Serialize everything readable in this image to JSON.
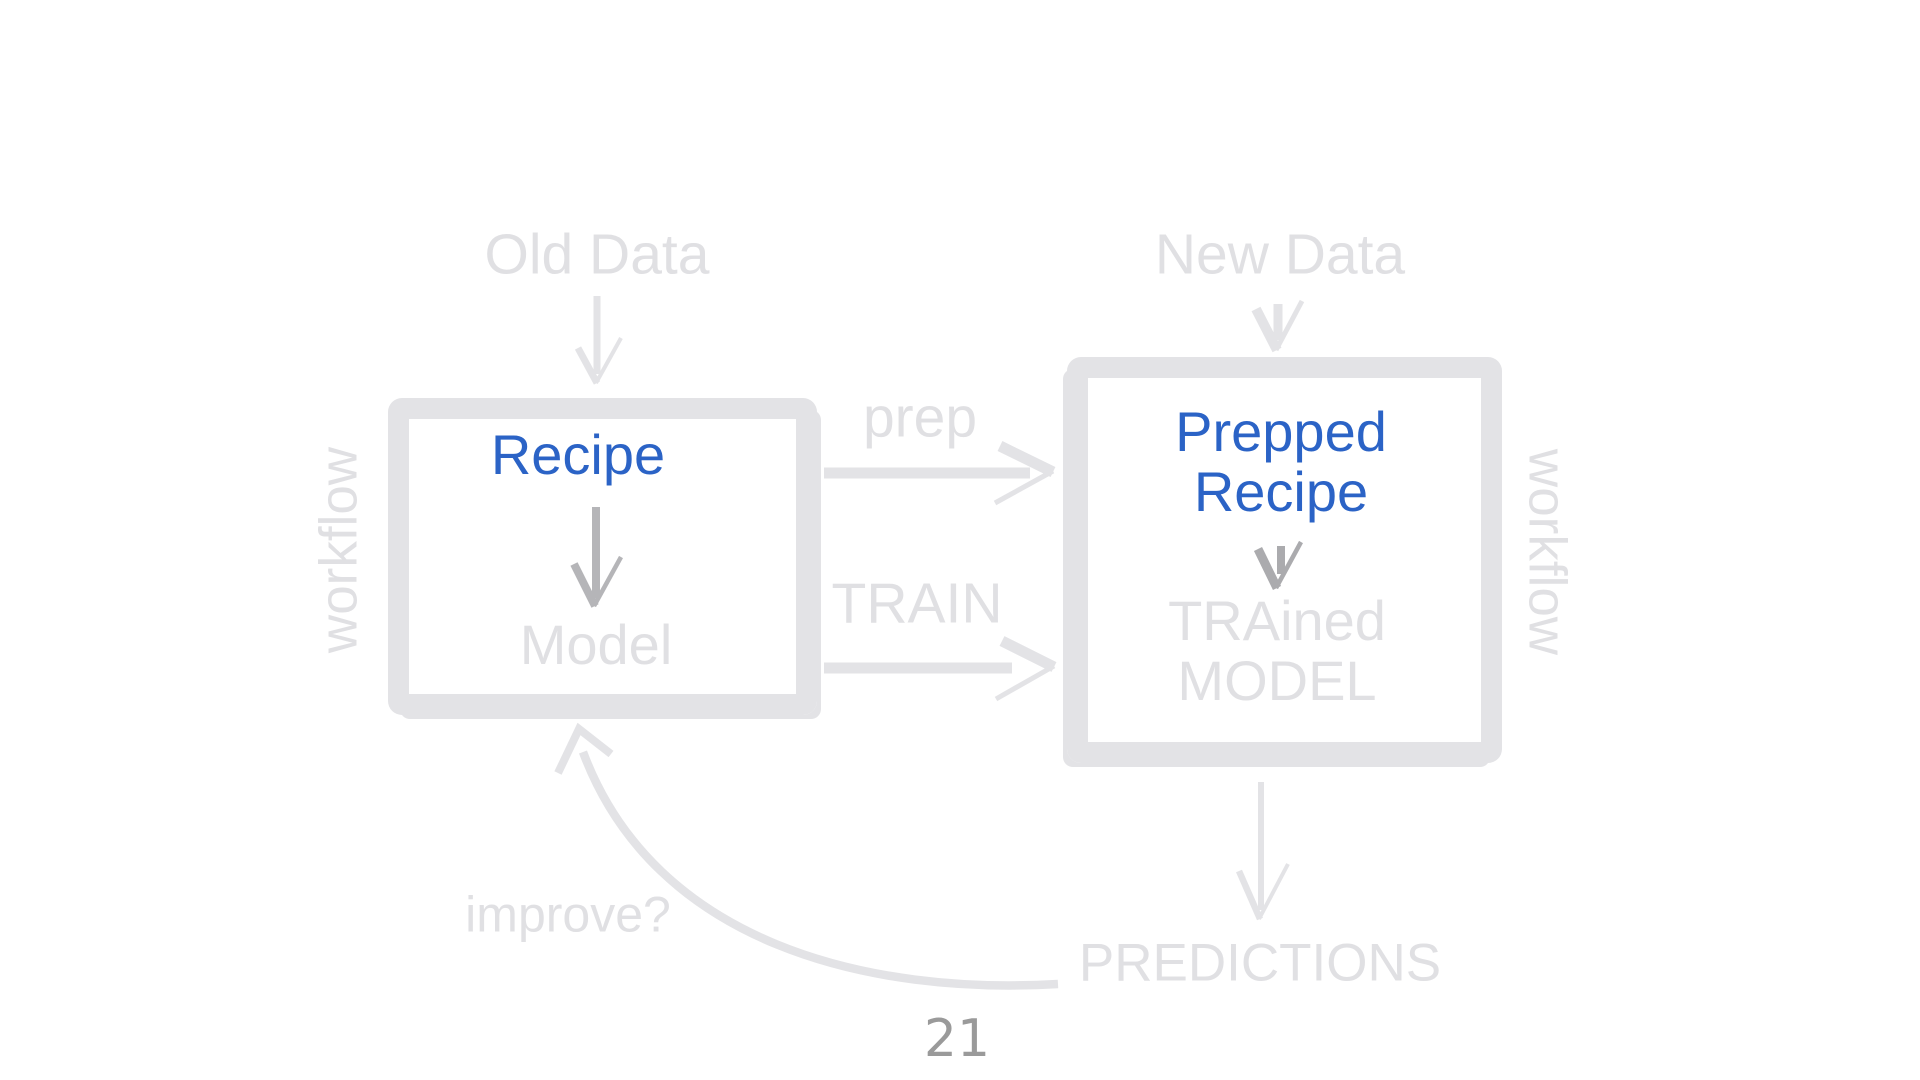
{
  "palette": {
    "bg": "#ffffff",
    "light": "#e3e3e6",
    "light-text": "#e0e0e3",
    "mid-arrow": "#b5b5b8",
    "dark-chevron": "#ababae",
    "blue": "#2b63c6",
    "page-gray": "#9a9a9a"
  },
  "diagram": {
    "old_data_label": "Old Data",
    "new_data_label": "New Data",
    "workflow_left_label": "workflow",
    "workflow_right_label": "workflow",
    "box1": {
      "title": "Recipe",
      "subtitle": "Model"
    },
    "box2": {
      "title": "Prepped\nRecipe",
      "subtitle": "TRAined\nMODEL"
    },
    "edge_prep_label": "prep",
    "edge_train_label": "TRAIN",
    "edge_improve_label": "improve?",
    "predictions_label": "PREDICTIONS"
  },
  "page_number": "21"
}
